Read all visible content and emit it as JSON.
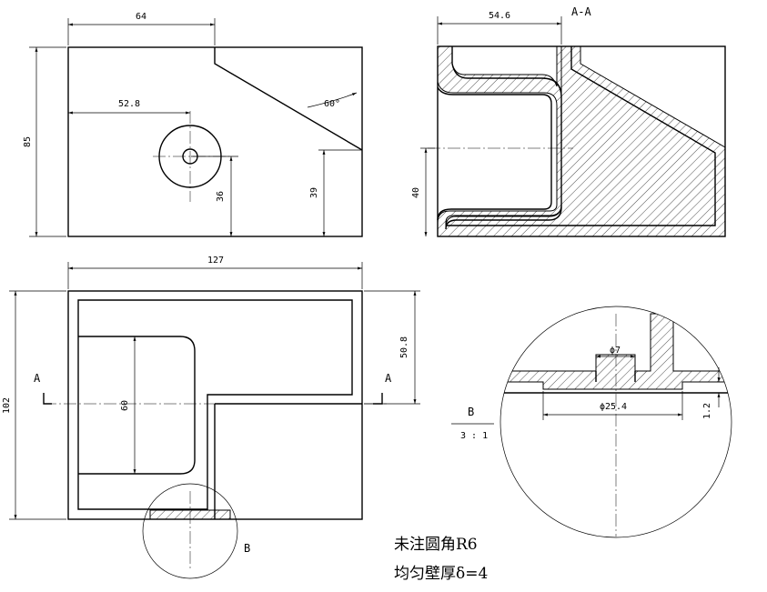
{
  "front_view": {
    "dim_width_top": "64",
    "dim_height": "85",
    "dim_hole_offset": "52.8",
    "dim_angle": "60°",
    "dim_hole_height": "36",
    "dim_slope_height": "39"
  },
  "section_view": {
    "title": "A-A",
    "dim_width": "54.6",
    "dim_height": "40"
  },
  "top_view": {
    "dim_total_width": "127",
    "dim_total_height": "102",
    "dim_inner_height": "60",
    "dim_right_height": "50.8",
    "section_mark_left": "A",
    "section_mark_right": "A",
    "detail_mark": "B"
  },
  "detail_view": {
    "label": "B",
    "scale": "3 : 1",
    "dim_hole_dia": "ϕ7",
    "dim_boss_dia": "ϕ25.4",
    "dim_depth": "1.2"
  },
  "notes": {
    "line1": "未注圆角R6",
    "line2": "均匀壁厚δ=4"
  }
}
